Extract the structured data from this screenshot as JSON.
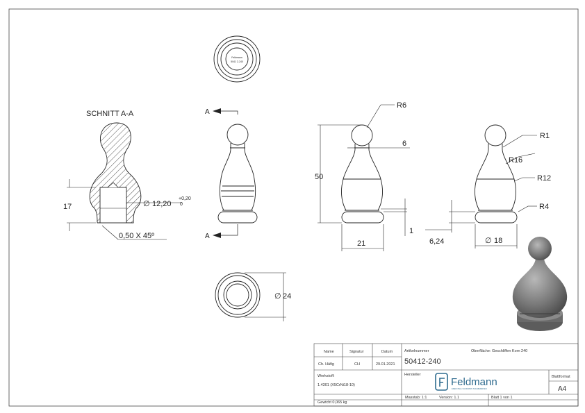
{
  "views": {
    "section_title": "SCHNITT A-A",
    "section_marker": "A",
    "top_view_text": [
      "Feldmann",
      "5041 2-240"
    ]
  },
  "dimensions": {
    "height_total": "50",
    "height_17": "17",
    "diameter_bore": "12,20",
    "tol_upper": "+0,20",
    "tol_lower": "0",
    "chamfer": "0,50 X 45º",
    "r6": "R6",
    "d6": "6",
    "base_1": "1",
    "width_21": "21",
    "r1": "R1",
    "r16": "R16",
    "r12": "R12",
    "r4": "R4",
    "h6_24": "6,24",
    "d18": "18",
    "d24": "24"
  },
  "title_block": {
    "headers": {
      "name": "Name",
      "signature": "Signatur",
      "date": "Datum"
    },
    "row": {
      "name": "Ch. Häfig",
      "signature": "CH",
      "date": "29.01.2021"
    },
    "material_label": "Werkstoff:",
    "material": "1.4301 (X5CrNi18-10)",
    "weight": "Gewicht 0,065 kg",
    "article_label": "Artikelnummer",
    "article": "50412-240",
    "surface": "Oberfläche: Geschliffen Korn 240",
    "manufacturer_label": "Hersteller",
    "brand": "Feldmann",
    "brand_tagline": "EDELSTAHL KAUFMANN SCHMIEDEISEN",
    "scale": "Masstab: 1:1",
    "version": "Version: 1.1",
    "sheet": "Blatt 1 von 1",
    "format_label": "Blattformat",
    "format": "A4"
  },
  "colors": {
    "line": "#222222",
    "solid": "#7d7d7d",
    "brand": "#2d6a8e"
  }
}
